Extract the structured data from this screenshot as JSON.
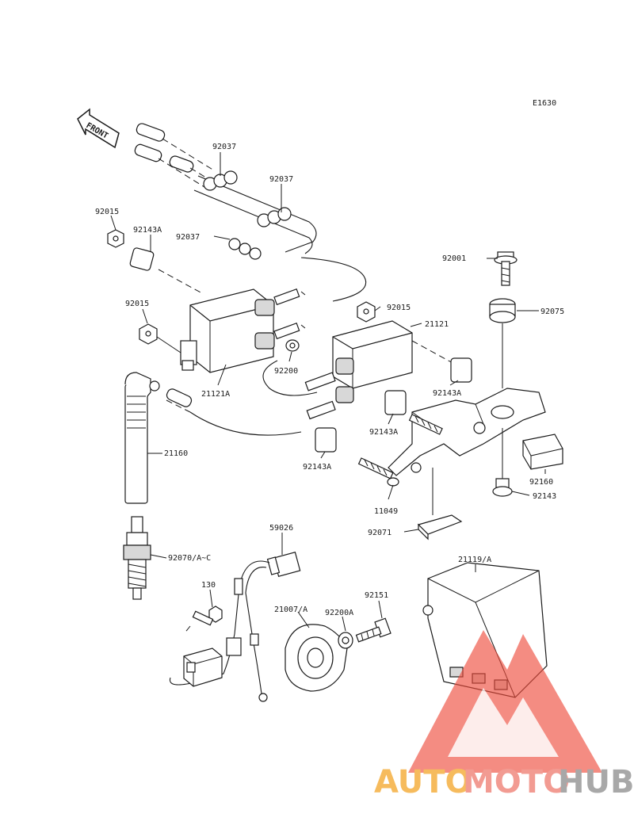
{
  "diagram_code": "E1630",
  "front_label": "FRONT",
  "parts": {
    "p92037a": "92037",
    "p92037b": "92037",
    "p92037c": "92037",
    "p92015a": "92015",
    "p92143A_top": "92143A",
    "p92015b": "92015",
    "p92015c": "92015",
    "p21121": "21121",
    "p92200": "92200",
    "p21121A": "21121A",
    "p92143A_r": "92143A",
    "p92143A_m": "92143A",
    "p92143A_b": "92143A",
    "p92001": "92001",
    "p92075": "92075",
    "p21160": "21160",
    "p11049": "11049",
    "p92160": "92160",
    "p92143": "92143",
    "p92071": "92071",
    "p92070": "92070/A~C",
    "p59026": "59026",
    "p21119": "21119/A",
    "p130": "130",
    "p21007": "21007/A",
    "p92200A": "92200A",
    "p92151": "92151"
  },
  "watermark": {
    "auto": "AUTO",
    "moto": "MOTO",
    "hub": "HUB",
    "colors": {
      "auto": "#f5b041",
      "moto": "#f08a80",
      "hub": "#9a9a9a",
      "triangle": "#ee4b3b"
    }
  }
}
